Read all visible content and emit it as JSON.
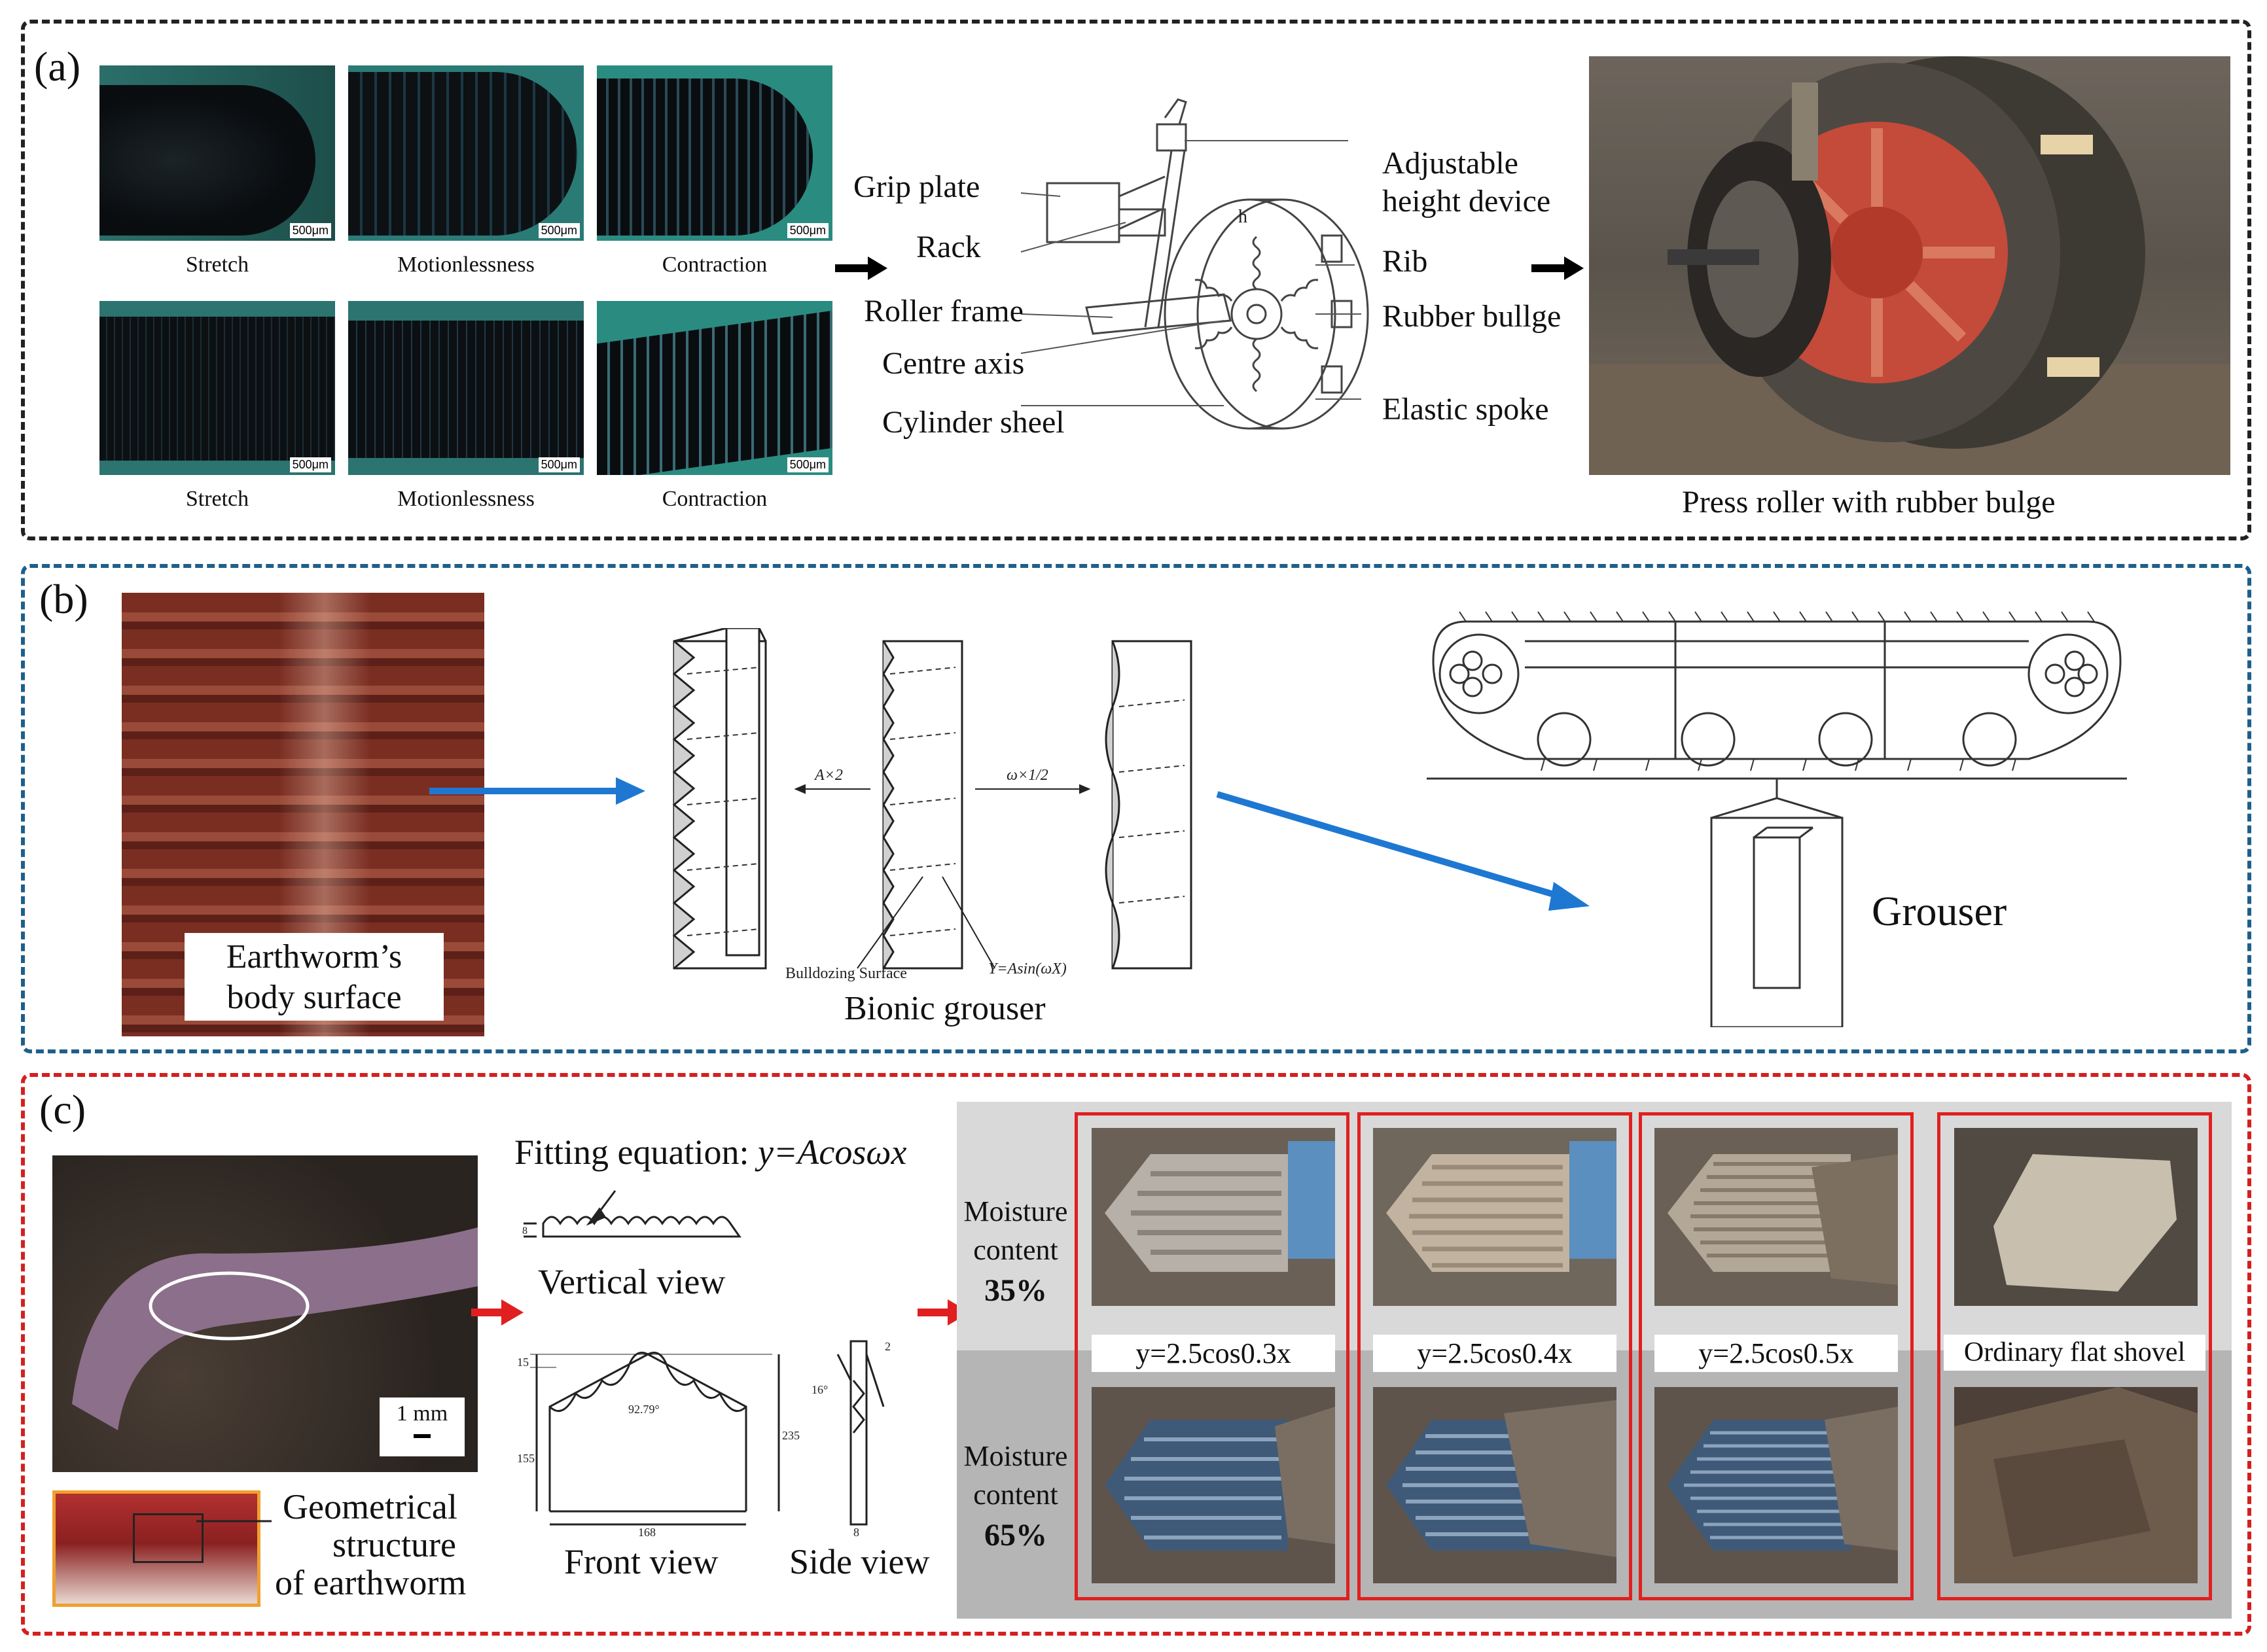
{
  "panel_a": {
    "label": "(a)",
    "scale_text": "500μm",
    "row1_captions": [
      "Stretch",
      "Motionlessness",
      "Contraction"
    ],
    "row2_captions": [
      "Stretch",
      "Motionlessness",
      "Contraction"
    ],
    "diagram_labels": {
      "grip_plate": "Grip plate",
      "rack": "Rack",
      "roller_frame": "Roller frame",
      "centre_axis": "Centre axis",
      "cylinder_sheel": "Cylinder sheel",
      "adjustable_line1": "Adjustable",
      "adjustable_line2": "height device",
      "rib": "Rib",
      "rubber_bullge": "Rubber bullge",
      "elastic_spoke": "Elastic spoke",
      "h_label": "h"
    },
    "photo_caption": "Press roller with rubber bulge"
  },
  "panel_b": {
    "label": "(b)",
    "earthworm_line1": "Earthworm’s",
    "earthworm_line2": "body surface",
    "a_x2": "A×2",
    "omega_half": "ω×1/2",
    "bulldozing_surface": "Bulldozing Surface",
    "equation": "Y=Asin(ωX)",
    "bionic_grouser": "Bionic grouser",
    "grouser": "Grouser"
  },
  "panel_c": {
    "label": "(c)",
    "fitting_prefix": "Fitting equation: ",
    "fitting_eq": "y=Acosωx",
    "vertical_view": "Vertical view",
    "front_view": "Front view",
    "side_view": "Side view",
    "scale_bar": "1 mm",
    "geom_line1": "Geometrical",
    "geom_line2": "structure",
    "geom_line3": "of earthworm",
    "dims": {
      "d8": "8",
      "d15": "15",
      "d155": "155",
      "d235": "235",
      "d168": "168",
      "angle": "92.79°",
      "d2": "2",
      "d16": "16°",
      "d8b": "8"
    },
    "moisture_35": {
      "line1": "Moisture",
      "line2": "content",
      "value": "35%"
    },
    "moisture_65": {
      "line1": "Moisture",
      "line2": "content",
      "value": "65%"
    },
    "tile_captions": [
      "y=2.5cos0.3x",
      "y=2.5cos0.4x",
      "y=2.5cos0.5x",
      "Ordinary flat shovel"
    ]
  },
  "colors": {
    "panel_a_border": "#222222",
    "panel_b_border": "#1f5f8b",
    "panel_c_border": "#d42020",
    "blue_arrow": "#1e78d2",
    "red_arrow": "#e02020"
  }
}
